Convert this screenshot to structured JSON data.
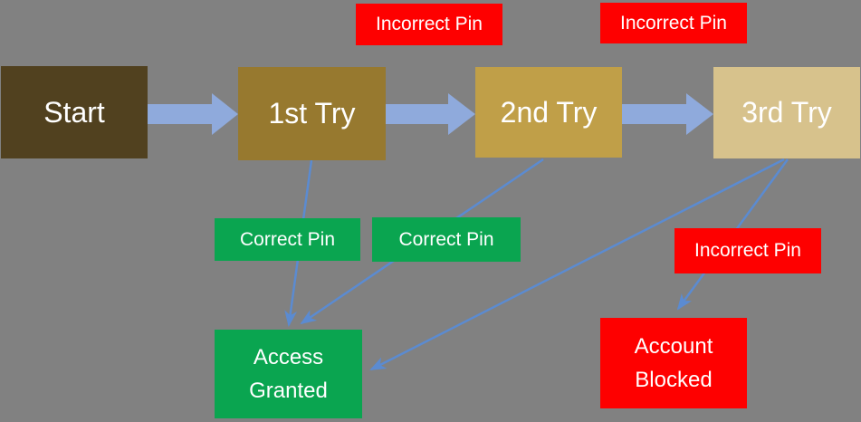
{
  "colors": {
    "background": "#818181",
    "block_arrow": "#8faadc",
    "connector": "#5b8bd1",
    "incorrect": "#fe0000",
    "correct": "#0aa550",
    "text": "#ffffff"
  },
  "nodes": {
    "start": {
      "label": "Start",
      "color": "#51411f"
    },
    "try1": {
      "label": "1st Try",
      "color": "#97792f"
    },
    "try2": {
      "label": "2nd Try",
      "color": "#c09f48"
    },
    "try3": {
      "label": "3rd Try",
      "color": "#d7c28c"
    },
    "access_granted": {
      "label": "Access Granted",
      "color": "#0aa550"
    },
    "account_blocked": {
      "label": "Account Blocked",
      "color": "#fe0000"
    }
  },
  "edge_labels": {
    "incorrect_top_1": "Incorrect Pin",
    "incorrect_top_2": "Incorrect Pin",
    "incorrect_right": "Incorrect Pin",
    "correct_1": "Correct Pin",
    "correct_2": "Correct Pin"
  },
  "edges": [
    {
      "from": "Start",
      "to": "1st Try",
      "type": "block-arrow"
    },
    {
      "from": "1st Try",
      "to": "2nd Try",
      "type": "block-arrow",
      "label": "Incorrect Pin"
    },
    {
      "from": "2nd Try",
      "to": "3rd Try",
      "type": "block-arrow",
      "label": "Incorrect Pin"
    },
    {
      "from": "1st Try",
      "to": "Access Granted",
      "type": "arrow",
      "label": "Correct Pin"
    },
    {
      "from": "2nd Try",
      "to": "Access Granted",
      "type": "arrow",
      "label": "Correct Pin"
    },
    {
      "from": "3rd Try",
      "to": "Access Granted",
      "type": "arrow"
    },
    {
      "from": "3rd Try",
      "to": "Account Blocked",
      "type": "arrow",
      "label": "Incorrect Pin"
    }
  ]
}
